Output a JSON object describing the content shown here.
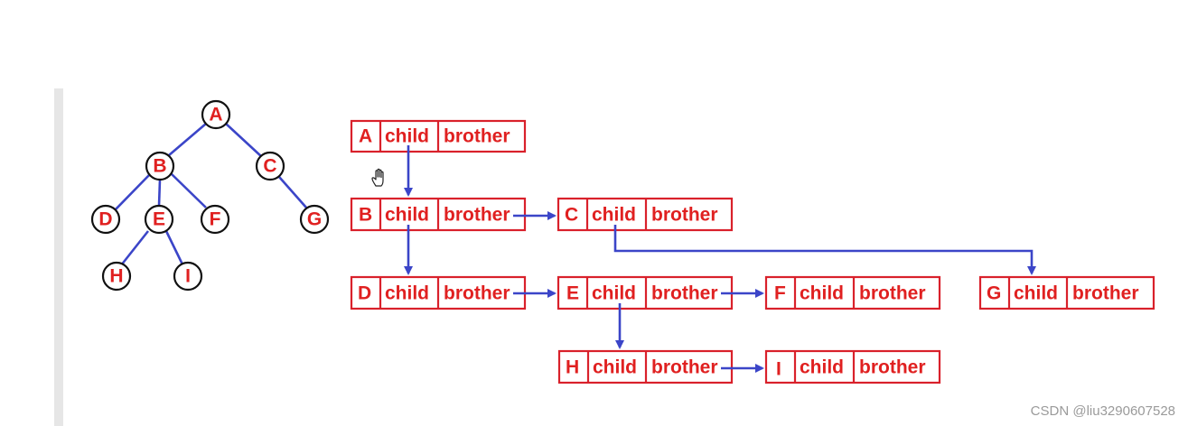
{
  "tree": {
    "nodes": [
      "A",
      "B",
      "C",
      "D",
      "E",
      "F",
      "G",
      "H",
      "I"
    ]
  },
  "records": [
    {
      "node": "A",
      "child": "child",
      "brother": "brother"
    },
    {
      "node": "B",
      "child": "child",
      "brother": "brother"
    },
    {
      "node": "C",
      "child": "child",
      "brother": "brother"
    },
    {
      "node": "D",
      "child": "child",
      "brother": "brother"
    },
    {
      "node": "E",
      "child": "child",
      "brother": "brother"
    },
    {
      "node": "F",
      "child": "child",
      "brother": "brother"
    },
    {
      "node": "G",
      "child": "child",
      "brother": "brother"
    },
    {
      "node": "H",
      "child": "child",
      "brother": "brother"
    },
    {
      "node": "I",
      "child": "child",
      "brother": "brother"
    }
  ],
  "colors": {
    "text": "#e02020",
    "box": "#d9212b",
    "arrow": "#3b45c8",
    "circle_border": "#111111"
  },
  "watermark": "CSDN @liu3290607528",
  "icons": {
    "cursor": "hand-cursor-icon"
  }
}
